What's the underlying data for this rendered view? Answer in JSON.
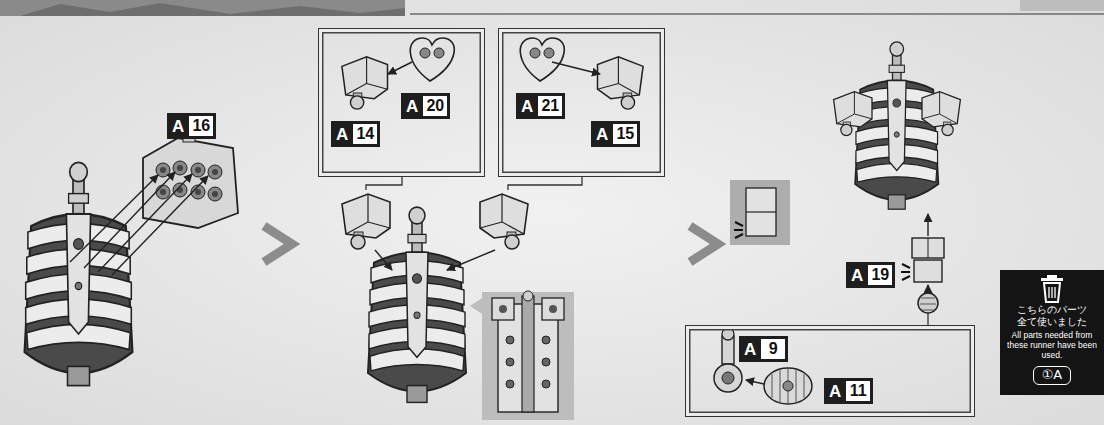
{
  "diagram": {
    "nodes": [
      {
        "text": [
          "A",
          "20",
          "A",
          "14"
        ]
      },
      {
        "text": [
          "A",
          "21",
          "A",
          "15"
        ]
      },
      {
        "text": [
          "A",
          "9",
          "A",
          "11"
        ]
      },
      {
        "text": [
          "こちらのパーツ 全て使いました",
          "All parts needed from these runner have been used.",
          "①A"
        ]
      }
    ],
    "labels": [
      "A",
      "16",
      "A",
      "19"
    ]
  }
}
